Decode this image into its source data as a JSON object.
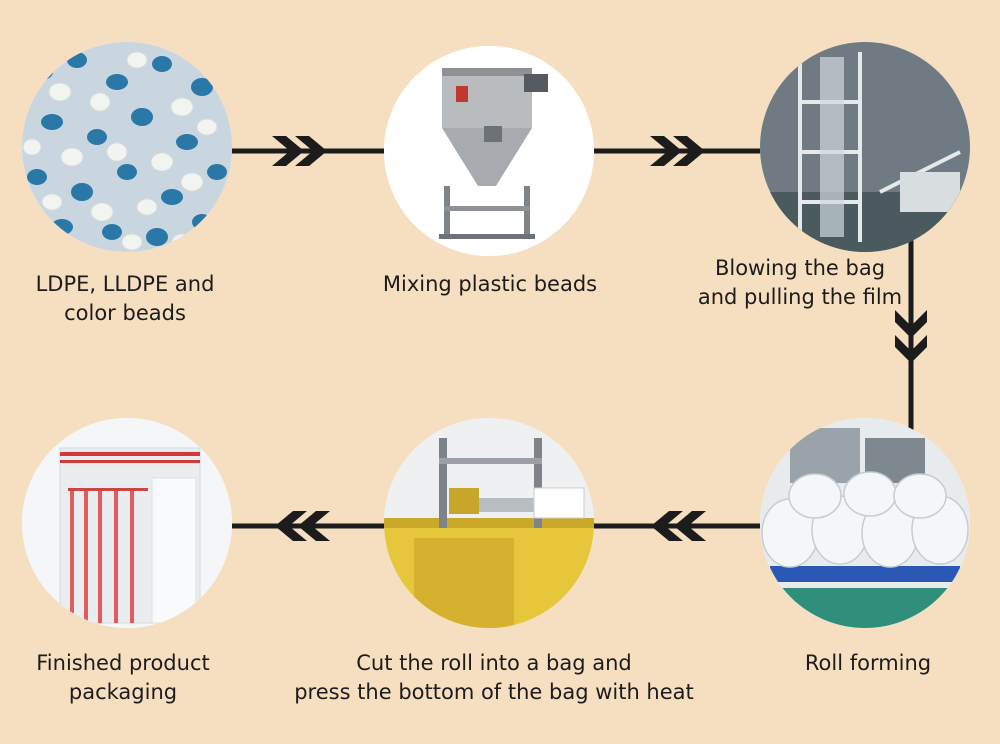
{
  "colors": {
    "background": "#f5dfc0",
    "connector": "#1c1c1c",
    "text": "#1c1c1c"
  },
  "steps": [
    {
      "label_lines": [
        "LDPE, LLDPE and",
        "color beads"
      ],
      "image": "plastic-beads"
    },
    {
      "label_lines": [
        "Mixing plastic beads"
      ],
      "image": "mixer-machine"
    },
    {
      "label_lines": [
        "Blowing the bag",
        "and pulling the film"
      ],
      "image": "film-blowing-tower"
    },
    {
      "label_lines": [
        "Roll forming"
      ],
      "image": "film-rolls"
    },
    {
      "label_lines": [
        "Cut the roll into a bag and",
        "press the bottom of the bag with heat"
      ],
      "image": "bag-cutting-machine"
    },
    {
      "label_lines": [
        "Finished product",
        "packaging"
      ],
      "image": "zip-bags"
    }
  ],
  "connectors": [
    {
      "from": 1,
      "to": 2,
      "arrow": "chevron-right"
    },
    {
      "from": 2,
      "to": 3,
      "arrow": "chevron-right"
    },
    {
      "from": 3,
      "to": 4,
      "arrow": "chevron-down"
    },
    {
      "from": 4,
      "to": 5,
      "arrow": "chevron-left"
    },
    {
      "from": 5,
      "to": 6,
      "arrow": "chevron-left"
    }
  ]
}
